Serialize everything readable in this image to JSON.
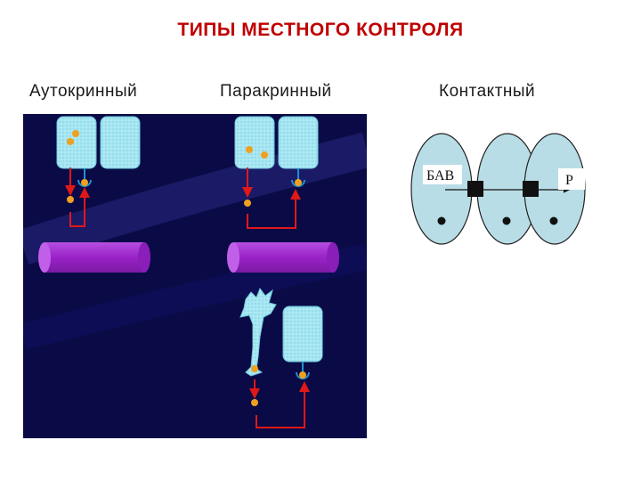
{
  "title": "ТИПЫ МЕСТНОГО КОНТРОЛЯ",
  "labels": {
    "autocrine": "Аутокринный",
    "paracrine": "Паракринный",
    "contact": "Контактный"
  },
  "contact_diagram": {
    "left_label": "БАВ",
    "right_label": "Р"
  },
  "colors": {
    "title": "#c00000",
    "panel_bg": "#0a0a46",
    "cell_fill": "#9fe3f0",
    "vessel": "#9a22c8",
    "signal": "#f0a020",
    "arrow": "#e01818",
    "receptor": "#1e90d0",
    "contact_cell": "#b9dde6"
  }
}
